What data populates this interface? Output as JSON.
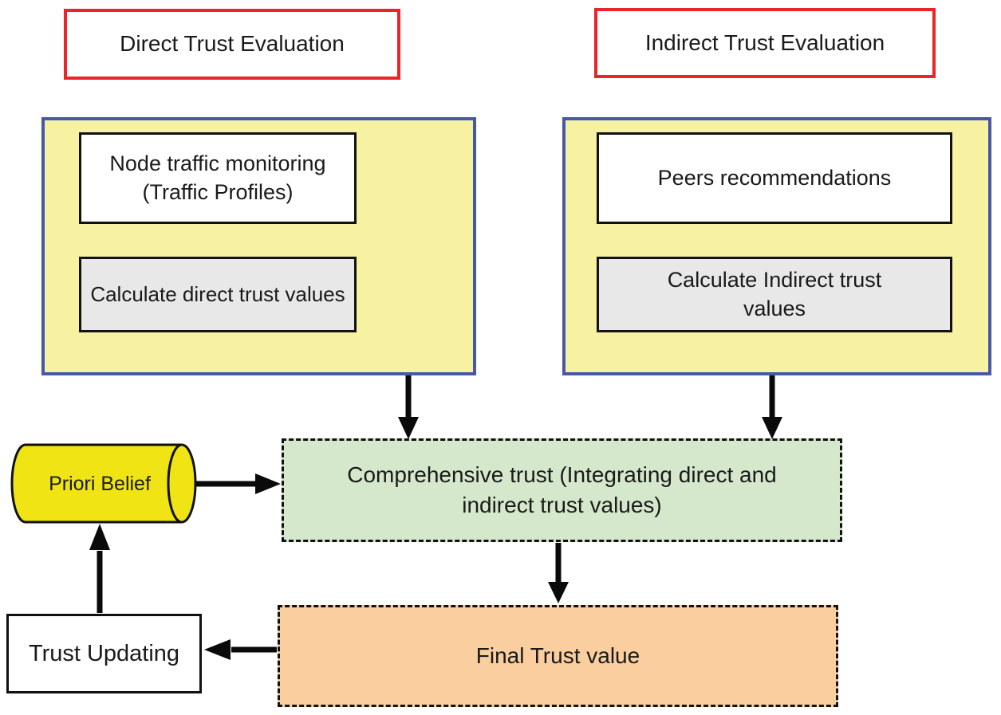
{
  "colors": {
    "red-border": "#EA2428",
    "blue-border": "#4758A8",
    "pale-yellow": "#F7F1A2",
    "vivid-yellow": "#F0E414",
    "green-fill": "#D5E8CC",
    "orange-fill": "#FACE9E",
    "gray-fill": "#E8E8E8",
    "arrow-black": "#0A0A0A",
    "text-black": "#1A1A1A"
  },
  "headers": {
    "direct": "Direct Trust Evaluation",
    "indirect": "Indirect Trust Evaluation"
  },
  "direct_section": {
    "node_monitoring": {
      "lines": [
        "Node traffic monitoring",
        "(Traffic Profiles)"
      ]
    },
    "calculate_direct": "Calculate direct trust values"
  },
  "indirect_section": {
    "peers": "Peers recommendations",
    "calculate_indirect": {
      "lines": [
        "Calculate Indirect trust",
        "values"
      ]
    }
  },
  "comprehensive": {
    "lines": [
      "Comprehensive trust (Integrating direct and",
      "indirect trust values)"
    ]
  },
  "final_trust": "Final Trust value",
  "trust_updating": "Trust Updating",
  "priori_belief": "Priori Belief"
}
